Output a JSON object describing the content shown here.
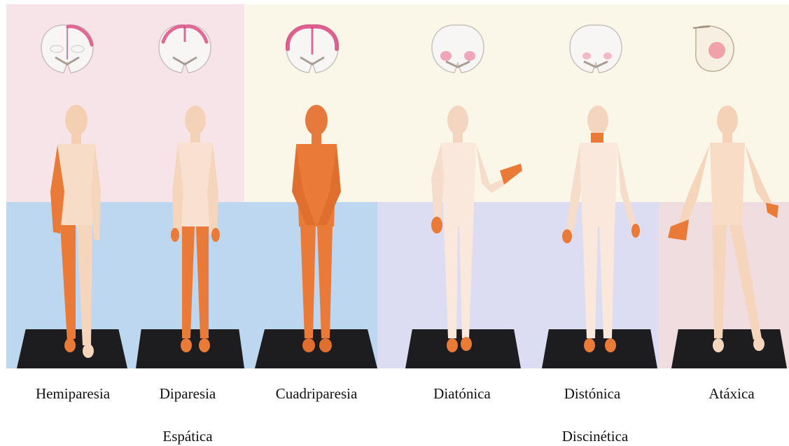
{
  "panels": [
    {
      "id": "hemiparesia",
      "label_line1": "Hemiparesia",
      "label_line2": ""
    },
    {
      "id": "diparesia",
      "label_line1": "Diparesia",
      "label_line2": "Espática"
    },
    {
      "id": "cuadriparesia",
      "label_line1": "Cuadriparesia",
      "label_line2": ""
    },
    {
      "id": "diatonica",
      "label_line1": "Diatónica",
      "label_line2": ""
    },
    {
      "id": "distonica",
      "label_line1": "Distónica",
      "label_line2": "Discinética"
    },
    {
      "id": "ataxica",
      "label_line1": "Atáxica",
      "label_line2": ""
    }
  ],
  "colors": {
    "pink_bg": "#f7e4e8",
    "cream_bg": "#fbf7e8",
    "blue_bg": "#bcd7ef",
    "lavender_bg": "#dcdcf2",
    "rose_bg": "#f0dde0",
    "skin": "#f6d5bd",
    "affected": "#e9742f",
    "brain_mark": "#d9467e"
  }
}
